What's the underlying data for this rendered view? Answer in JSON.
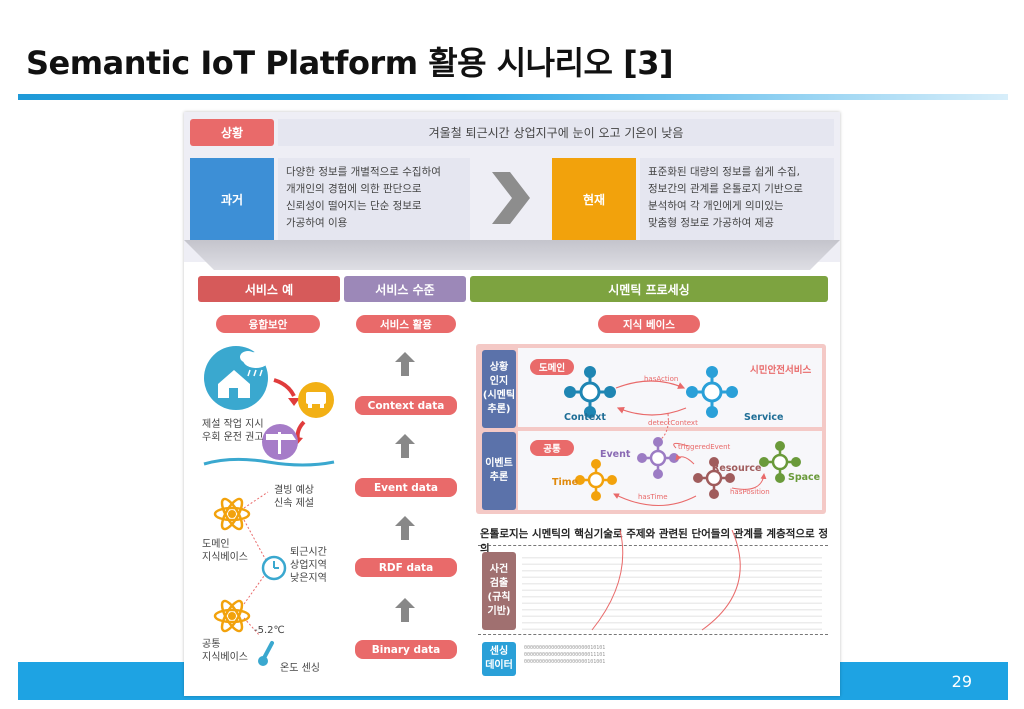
{
  "slide": {
    "title": "Semantic IoT Platform 활용 시나리오 [3]",
    "page_number": "29"
  },
  "situation": {
    "label": "상황",
    "text": "겨울철 퇴근시간 상업지구에 눈이 오고 기온이 낮음"
  },
  "past": {
    "label": "과거",
    "lines": [
      "다양한 정보를 개별적으로 수집하여",
      "개개인의 경험에 의한 판단으로",
      "신뢰성이 떨어지는 단순 정보로",
      "가공하여 이용"
    ]
  },
  "present": {
    "label": "현재",
    "lines": [
      "표준화된 대량의 정보를 쉽게 수집,",
      "정보간의 관계를 온톨로지 기반으로",
      "분석하여 각 개인에게 의미있는",
      "맞춤형 정보로 가공하여 제공"
    ]
  },
  "columns": {
    "service_example": "서비스 예",
    "service_level": "서비스 수준",
    "semantic_processing": "시멘틱 프로세싱"
  },
  "service_example": {
    "pill": "융합보안",
    "caption": [
      "제설 작업 지시",
      "우회 운전 권고"
    ],
    "icing": [
      "결빙 예상",
      "신속 제설"
    ],
    "domain_kb": [
      "도메인",
      "지식베이스"
    ],
    "commute": [
      "퇴근시간",
      "상업지역",
      "낮은지역"
    ],
    "common_kb": [
      "공통",
      "지식베이스"
    ],
    "temp": "-5.2℃",
    "temp_sensor": "온도 센싱"
  },
  "service_level": {
    "pill": "서비스 활용",
    "stack": [
      "Context data",
      "Event data",
      "RDF data",
      "Binary data"
    ]
  },
  "semantic": {
    "pill": "지식 베이스",
    "situation_awareness": [
      "상황",
      "인지",
      "(시멘틱",
      "추론)"
    ],
    "event_reasoning": [
      "이벤트",
      "추론"
    ],
    "domain_pill": "도메인",
    "common_pill": "공통",
    "context_label": "Context",
    "service_label": "Service",
    "citizen_service": "시민안전서비스",
    "has_action": "hasAction",
    "detect_context": "detectContext",
    "event_label": "Event",
    "time_label": "Time",
    "resource_label": "Resource",
    "space_label": "Space",
    "triggered_event": "triggeredEvent",
    "has_time": "hasTime",
    "has_position": "hasPosition",
    "ontology_caption": "온톨로지는 시멘틱의 핵심기술로 주제와 관련된 단어들의 관계를 계층적으로 정의",
    "event_detection": [
      "사건",
      "검출",
      "(규칙",
      "기반)"
    ],
    "sensing_data": [
      "센싱",
      "데이터"
    ],
    "binary_lines": [
      "000000000000000000000010101",
      "000000000000000000000011101",
      "000000000000000000000101001"
    ]
  },
  "colors": {
    "accent_blue": "#1ea3e3",
    "red": "#e96a6a",
    "past_blue": "#3d8fd6",
    "present_orange": "#f2a20c",
    "purple": "#9c88b8",
    "green": "#7da340"
  }
}
